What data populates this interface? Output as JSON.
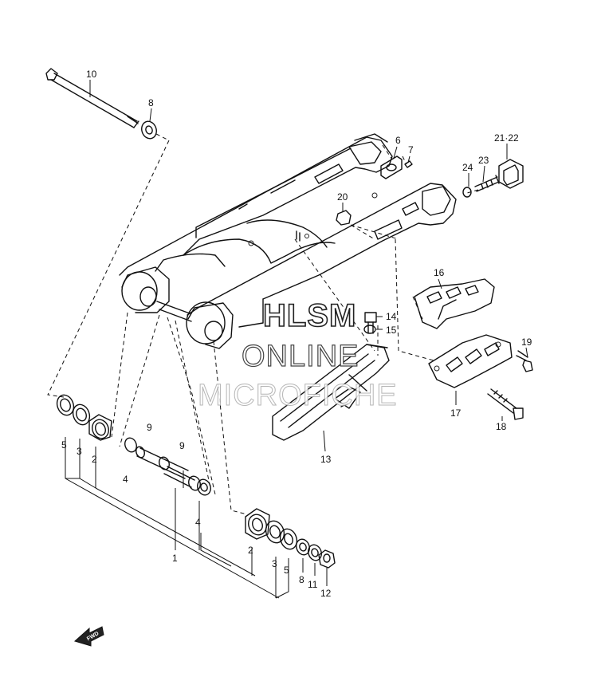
{
  "watermark": {
    "line1": "HLSM",
    "line2": "ONLINE",
    "line3": "MICROFICHE"
  },
  "fwd_arrow_label": "FWD",
  "callouts": [
    {
      "id": "c10",
      "text": "10"
    },
    {
      "id": "c8a",
      "text": "8"
    },
    {
      "id": "c6",
      "text": "6"
    },
    {
      "id": "c7",
      "text": "7"
    },
    {
      "id": "c21",
      "text": "21·22"
    },
    {
      "id": "c23",
      "text": "23"
    },
    {
      "id": "c24",
      "text": "24"
    },
    {
      "id": "c20",
      "text": "20"
    },
    {
      "id": "c16",
      "text": "16"
    },
    {
      "id": "c14",
      "text": "14"
    },
    {
      "id": "c15",
      "text": "15"
    },
    {
      "id": "c19",
      "text": "19"
    },
    {
      "id": "c17",
      "text": "17"
    },
    {
      "id": "c18",
      "text": "18"
    },
    {
      "id": "c13",
      "text": "13"
    },
    {
      "id": "c5a",
      "text": "5"
    },
    {
      "id": "c3a",
      "text": "3"
    },
    {
      "id": "c2a",
      "text": "2"
    },
    {
      "id": "c9a",
      "text": "9"
    },
    {
      "id": "c9b",
      "text": "9"
    },
    {
      "id": "c4a",
      "text": "4"
    },
    {
      "id": "c4b",
      "text": "4"
    },
    {
      "id": "c1",
      "text": "1"
    },
    {
      "id": "c2b",
      "text": "2"
    },
    {
      "id": "c3b",
      "text": "3"
    },
    {
      "id": "c5b",
      "text": "5"
    },
    {
      "id": "c8b",
      "text": "8"
    },
    {
      "id": "c11",
      "text": "11"
    },
    {
      "id": "c12",
      "text": "12"
    }
  ]
}
